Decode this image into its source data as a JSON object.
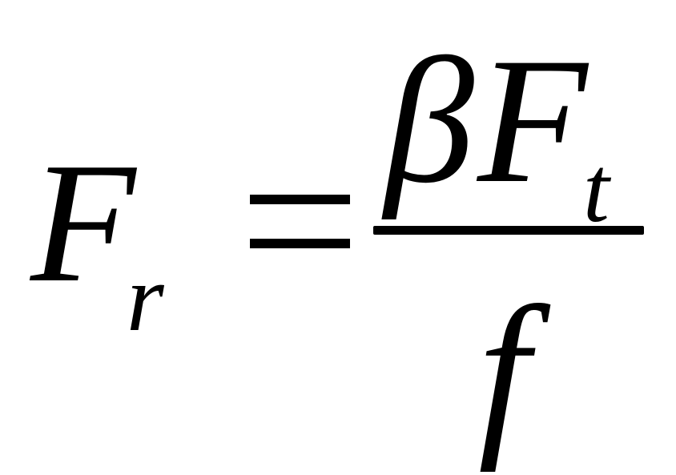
{
  "equation": {
    "lhs": {
      "symbol": "F",
      "subscript": "r"
    },
    "operator": "=",
    "rhs": {
      "numerator": {
        "coefficient": "β",
        "symbol": "F",
        "subscript": "t"
      },
      "denominator": {
        "symbol": "f"
      }
    }
  },
  "colors": {
    "text": "#000000",
    "background": "#ffffff"
  }
}
